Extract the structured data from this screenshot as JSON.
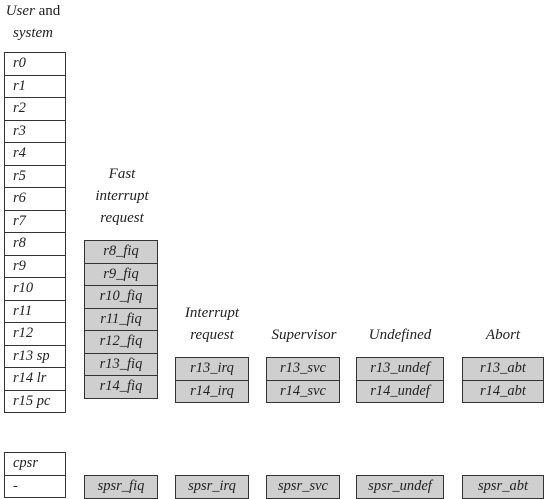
{
  "headers": {
    "user_part1": "User",
    "user_part2": "and",
    "user_part3": "system",
    "fiq_line1": "Fast",
    "fiq_line2": "interrupt",
    "fiq_line3": "request",
    "irq_line1": "Interrupt",
    "irq_line2": "request",
    "svc": "Supervisor",
    "und": "Undefined",
    "abt": "Abort"
  },
  "user_registers": [
    "r0",
    "r1",
    "r2",
    "r3",
    "r4",
    "r5",
    "r6",
    "r7",
    "r8",
    "r9",
    "r10",
    "r11",
    "r12",
    "r13 sp",
    "r14 lr",
    "r15 pc"
  ],
  "user_status": [
    "cpsr",
    "-"
  ],
  "fiq_registers": [
    "r8_fiq",
    "r9_fiq",
    "r10_fiq",
    "r11_fiq",
    "r12_fiq",
    "r13_fiq",
    "r14_fiq"
  ],
  "irq_registers": [
    "r13_irq",
    "r14_irq"
  ],
  "svc_registers": [
    "r13_svc",
    "r14_svc"
  ],
  "und_registers": [
    "r13_undef",
    "r14_undef"
  ],
  "abt_registers": [
    "r13_abt",
    "r14_abt"
  ],
  "spsr": {
    "fiq": "spsr_fiq",
    "irq": "spsr_irq",
    "svc": "spsr_svc",
    "und": "spsr_undef",
    "abt": "spsr_abt"
  }
}
